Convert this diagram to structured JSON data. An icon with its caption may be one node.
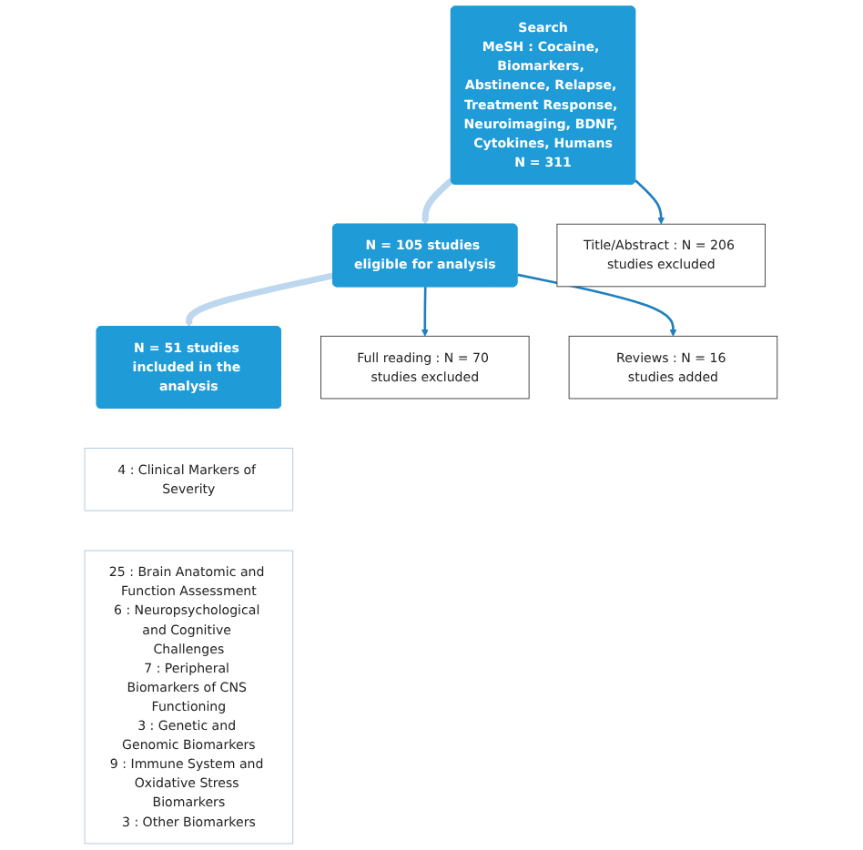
{
  "diagram": {
    "nodes": [
      {
        "text": [
          "Search",
          "MeSH : Cocaine, Biomarkers, Abstinence, Relapse, Treatment Response, Neuroimaging, BDNF, Cytokines, Humans",
          "N = 311"
        ]
      },
      {
        "text": [
          "N = 105 studies eligible for analysis"
        ]
      },
      {
        "text": [
          "N = 51 studies included in the analysis"
        ]
      },
      {
        "text": [
          "Title/Abstract : N = 206 studies excluded"
        ]
      },
      {
        "text": [
          "Full reading : N = 70 studies excluded"
        ]
      },
      {
        "text": [
          "Reviews : N = 16 studies added"
        ]
      },
      {
        "text": [
          "4 : Clinical Markers of Severity"
        ]
      },
      {
        "text": [
          "25 : Brain Anatomic and Function Assessment",
          "6 : Neuropsychological and Cognitive Challenges",
          "7 : Peripheral Biomarkers of CNS Functioning",
          "3 : Genetic and Genomic Biomarkers",
          "9 : Immune System and Oxidative Stress Biomarkers",
          "3 : Other Biomarkers"
        ]
      }
    ],
    "edges": [
      {
        "from": 0,
        "to": 1,
        "arrow": "to",
        "style": "thick",
        "color": "#bdd7ee"
      },
      {
        "from": 1,
        "to": 2,
        "arrow": "to",
        "style": "thick",
        "color": "#bdd7ee"
      },
      {
        "from": 0,
        "to": 3,
        "arrow": "to"
      },
      {
        "from": 1,
        "to": 4,
        "arrow": "to"
      },
      {
        "from": 1,
        "to": 5,
        "arrow": "to"
      }
    ]
  }
}
